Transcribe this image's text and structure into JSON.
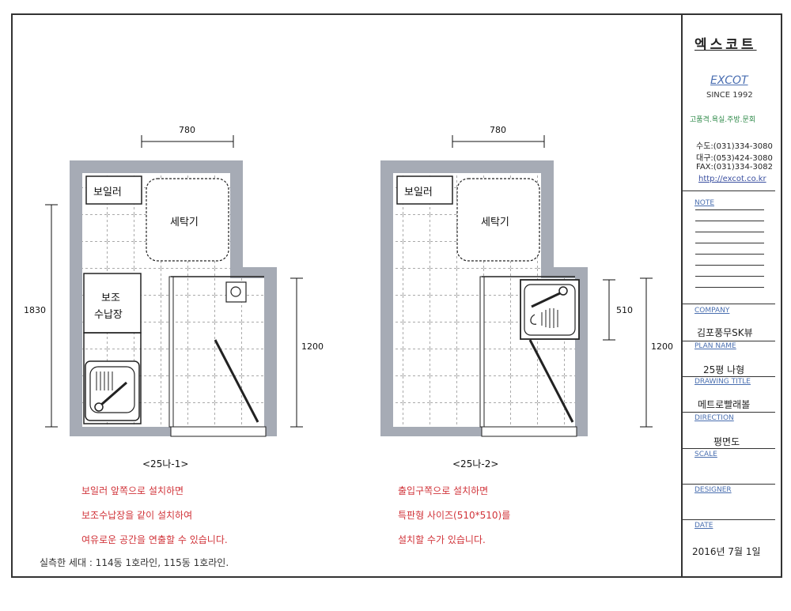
{
  "brand": {
    "name_kr": "엑스코트",
    "name_en": "EXCOT",
    "since": "SINCE 1992",
    "business": "고품격.욕실.주방.문회",
    "contacts": [
      "수도:(031)334-3080",
      "대구:(053)424-3080",
      "FAX:(031)334-3082"
    ],
    "url": "http://excot.co.kr"
  },
  "title_block": {
    "note_label": "NOTE",
    "company_label": "COMPANY",
    "company": "김포풍무SK뷰",
    "plan_name_label": "PLAN NAME",
    "plan_name": "25평 나형",
    "drawing_title_label": "DRAWING TITLE",
    "drawing_title": "메트로빨래볼",
    "direction_label": "DIRECTION",
    "direction": "평면도",
    "scale_label": "SCALE",
    "designer_label": "DESIGNER",
    "date_label": "DATE",
    "date": "2016년 7월 1일"
  },
  "plan1": {
    "caption": "<25나-1>",
    "dim_top": "780",
    "dim_left": "1830",
    "dim_right": "1200",
    "boiler": "보일러",
    "washer": "세탁기",
    "storage_line1": "보조",
    "storage_line2": "수납장",
    "notes": [
      "보일러 앞쪽으로 설치하면",
      "보조수납장을 같이 설치하여",
      "여유로운 공간을 연출할 수 있습니다."
    ]
  },
  "plan2": {
    "caption": "<25나-2>",
    "dim_top": "780",
    "dim_sink": "510",
    "dim_right": "1200",
    "boiler": "보일러",
    "washer": "세탁기",
    "notes": [
      "출입구쪽으로 설치하면",
      "특판형 사이즈(510*510)를",
      "설치할 수가 있습니다."
    ]
  },
  "footer": "실측한 세대 : 114동 1호라인, 115동 1호라인.",
  "colors": {
    "wall": "#a6abb5",
    "grid": "#555555",
    "red_text": "#d1343a",
    "link_blue": "#4a6fb0",
    "green_text": "#2f8a4a"
  },
  "icons": [
    "washbasin-icon",
    "floor-drain-icon",
    "door-swing-icon"
  ]
}
